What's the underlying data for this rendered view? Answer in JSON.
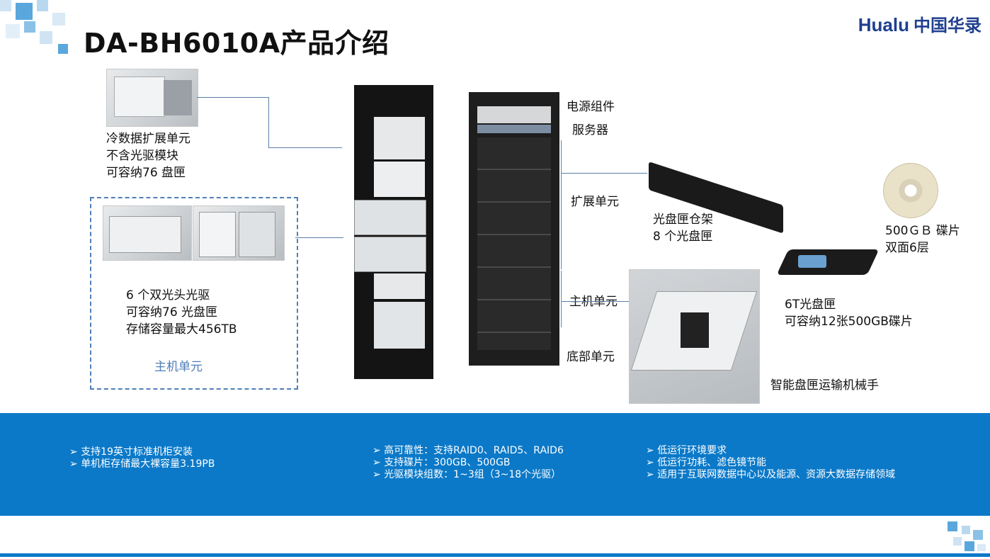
{
  "title": "DA-BH6010A产品介绍",
  "logo": {
    "en": "Hualu",
    "cn": "中国华录",
    "color": "#1f3f8f"
  },
  "cold_unit": {
    "line1": "冷数据扩展单元",
    "line2": "不含光驱模块",
    "line3": "可容纳76 盘匣"
  },
  "host_box": {
    "line1": "6 个双光头光驱",
    "line2": "可容纳76 光盘匣",
    "line3": "存储容量最大456TB",
    "caption": "主机单元"
  },
  "rack_labels": {
    "power": "电源组件",
    "server": "服务器",
    "expansion": "扩展单元",
    "host": "主机单元",
    "bottom": "底部单元"
  },
  "tray": {
    "line1": "光盘匣仓架",
    "line2": " 8  个光盘匣"
  },
  "disc": {
    "line1": "500ＧＢ 碟片",
    "line2": "双面6层"
  },
  "cartridge": {
    "line1": "6T光盘匣",
    "line2": "可容纳12张500GB碟片"
  },
  "robot": {
    "label": "智能盘匣运输机械手"
  },
  "band": {
    "col1": [
      "支持19英寸标准机柜安装",
      "单机柜存储最大裸容量3.19PB"
    ],
    "col2": [
      "高可靠性：支持RAID0、RAID5、RAID6",
      "支持碟片：300GB、500GB",
      "光驱模块组数：1~3组（3~18个光驱）"
    ],
    "col3": [
      "低运行环境要求",
      "低运行功耗、滤色镜节能",
      "适用于互联网数据中心以及能源、资源大数据存储领域"
    ],
    "color": "#0b79c8",
    "bullet": "➢"
  }
}
